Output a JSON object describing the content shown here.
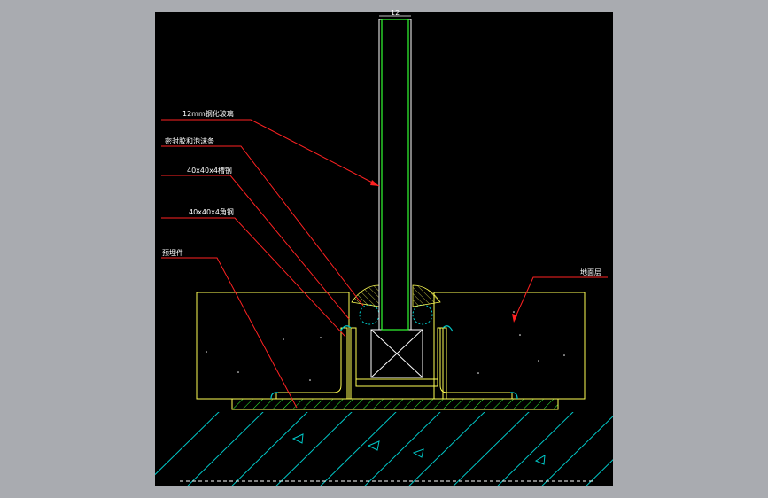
{
  "drawing": {
    "background": "#000000",
    "colors": {
      "outline": "#ffff55",
      "glass": "#33ff33",
      "leader": "#ff2222",
      "hatch": "#00c8c8",
      "text": "#ffffff",
      "sealant": "#ff6666"
    },
    "dimension_top": "12",
    "labels": {
      "glass": "12mm钢化玻璃",
      "gasket": "密封胶和泡沫条",
      "steel_angle_1": "40x40x4槽钢",
      "steel_angle_2": "40x40x4角钢",
      "embedded_part": "预埋件",
      "floor_layer": "地面层"
    }
  }
}
